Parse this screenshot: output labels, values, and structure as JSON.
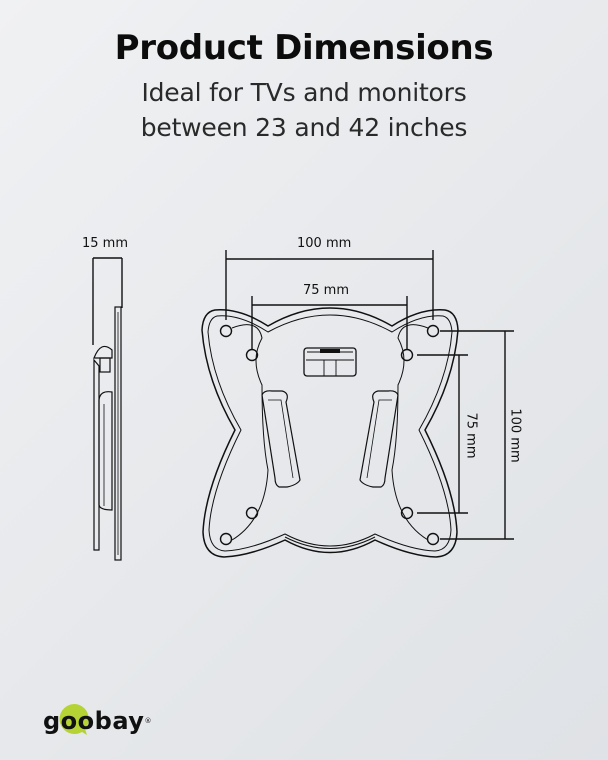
{
  "header": {
    "title": "Product Dimensions",
    "subtitle_line1": "Ideal for TVs and monitors",
    "subtitle_line2": "between 23 and 42 inches"
  },
  "dimensions": {
    "depth": "15 mm",
    "width_outer": "100 mm",
    "width_inner": "75 mm",
    "height_inner": "75 mm",
    "height_outer": "100 mm"
  },
  "logo": {
    "text": "goobay",
    "registered": "®",
    "accent_color": "#b5d334"
  }
}
